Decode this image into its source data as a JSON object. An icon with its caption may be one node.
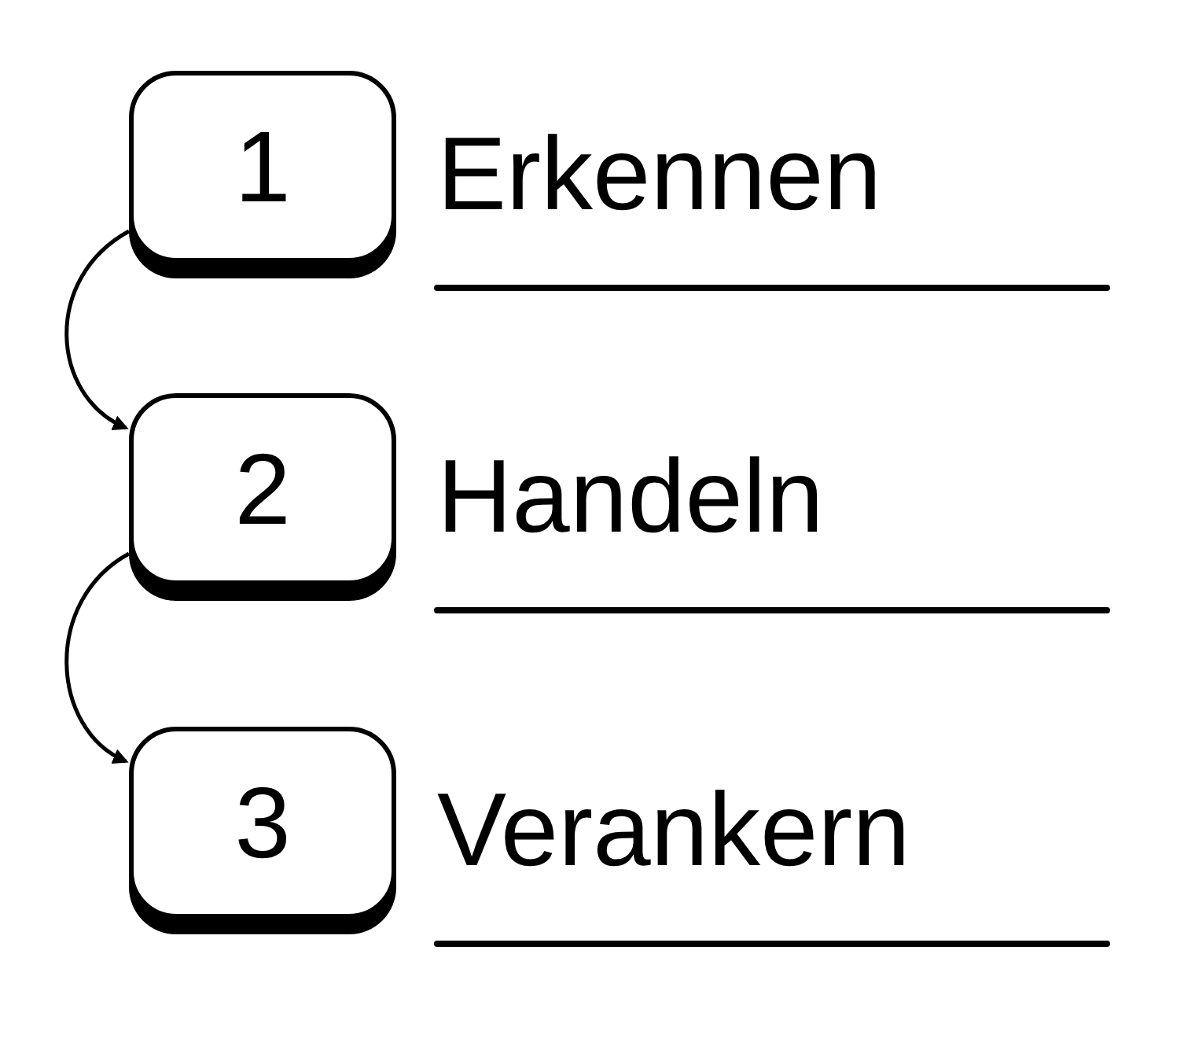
{
  "diagram": {
    "nodes": [
      {
        "text": [
          "1"
        ],
        "beside": [
          "Erkennen"
        ]
      },
      {
        "text": [
          "2"
        ],
        "beside": [
          "Handeln"
        ]
      },
      {
        "text": [
          "3"
        ],
        "beside": [
          "Verankern"
        ]
      }
    ],
    "edges": [
      {
        "from": 0,
        "to": 1,
        "arrow": "to"
      },
      {
        "from": 1,
        "to": 2,
        "arrow": "to"
      }
    ]
  }
}
